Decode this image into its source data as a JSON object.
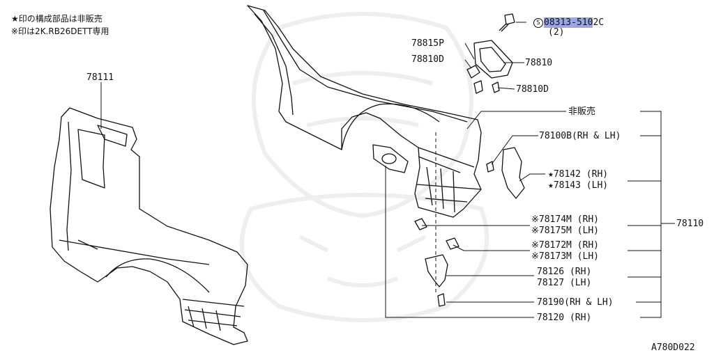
{
  "notes": {
    "line1": "★印の構成部品は非販売",
    "line2": "※印は2K.RB26DETT専用"
  },
  "parts": {
    "p78111": "78111",
    "bolt_code_a": "08313-510",
    "bolt_code_b": "2C",
    "bolt_qty": "(2)",
    "p78815P": "78815P",
    "p78810D_a": "78810D",
    "p78810": "78810",
    "p78810D_b": "78810D",
    "not_sold": "非販売",
    "p78100B": "78100B(RH & LH)",
    "p78142": "★78142 (RH)",
    "p78143": "★78143 (LH)",
    "p78174M": "※78174M (RH)",
    "p78175M": "※78175M (LH)",
    "p78172M": "※78172M (RH)",
    "p78173M": "※78173M (LH)",
    "p78126": "78126 (RH)",
    "p78127": "78127 (LH)",
    "p78190": "78190(RH & LH)",
    "p78120": "78120 (RH)",
    "p78110": "78110"
  },
  "diagram_code": "A780D022",
  "colors": {
    "line": "#111111",
    "highlight": "#9aa6e6",
    "watermark": "#efefef"
  }
}
